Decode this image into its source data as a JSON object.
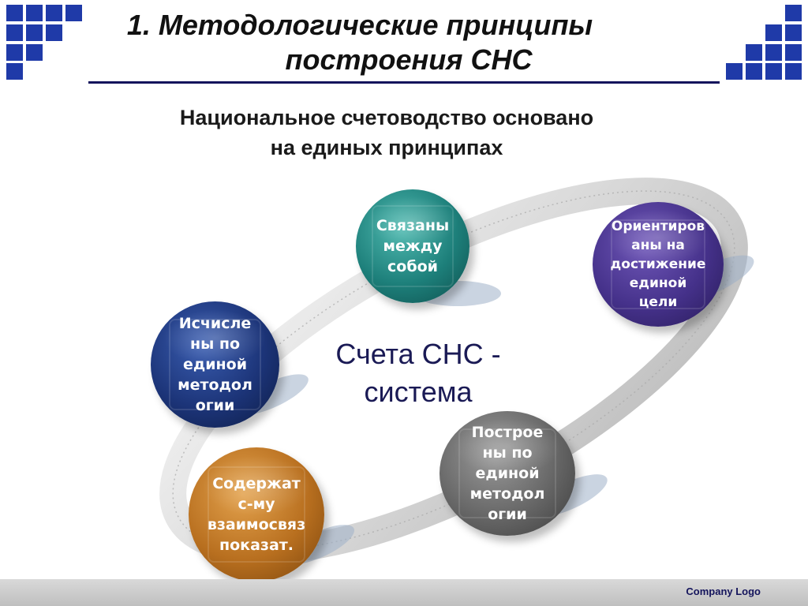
{
  "slide": {
    "title_line1": "1. Методологические принципы",
    "title_line2": "построения СНС",
    "subtitle_line1": "Национальное счетоводство основано",
    "subtitle_line2": "на единых принципах",
    "center_line1": "Счета СНС -",
    "center_line2": "система"
  },
  "nodes": {
    "teal": [
      "Связаны",
      "между",
      "собой"
    ],
    "purple": [
      "Ориентиров",
      "аны на",
      "достижение",
      "единой",
      "цели"
    ],
    "navy": [
      "Исчисле",
      "ны по",
      "единой",
      "методол",
      "огии"
    ],
    "gray": [
      "Построе",
      "ны по",
      "единой",
      "методол",
      "огии"
    ],
    "orange": [
      "Содержат",
      "с-му",
      "взаимосвяз",
      "показат."
    ]
  },
  "footer": {
    "logo": "Company  Logo"
  },
  "colors": {
    "header_accent": "#14145c",
    "tile": "#1f3aa8",
    "teal": "#1d7f7a",
    "purple": "#45318a",
    "navy": "#1c3478",
    "gray": "#666666",
    "orange": "#b86f1f"
  }
}
